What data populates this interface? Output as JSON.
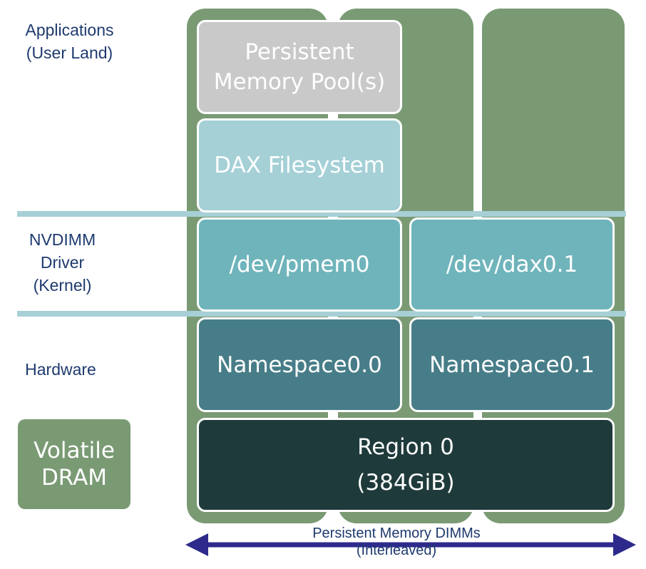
{
  "layers": {
    "applications": "Applications\n(User Land)",
    "driver": "NVDIMM\nDriver\n(Kernel)",
    "hardware": "Hardware"
  },
  "boxes": {
    "pool": "Persistent\nMemory Pool(s)",
    "dax_fs": "DAX Filesystem",
    "pmem0": "/dev/pmem0",
    "dax01": "/dev/dax0.1",
    "ns00": "Namespace0.0",
    "ns01": "Namespace0.1",
    "region_name": "Region 0",
    "region_size": "(384GiB)"
  },
  "volatile_dram": "Volatile\nDRAM",
  "dimm_label": "Persistent Memory DIMMs\n(Interleaved)",
  "colors": {
    "dimm": "#7a9a74",
    "separator": "#a7d0d6",
    "pool": "#c9c9c9",
    "dax_fs": "#a4d0d6",
    "pmem": "#6fb4bb",
    "namespace": "#477d88",
    "region": "#1f3a3a",
    "label_text": "#1e3a6e",
    "arrow": "#2e2a8c"
  }
}
